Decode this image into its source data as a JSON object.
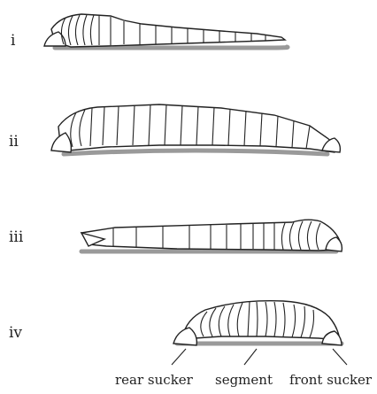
{
  "stages": [
    {
      "id": "stage-1",
      "numeral": "i"
    },
    {
      "id": "stage-2",
      "numeral": "ii"
    },
    {
      "id": "stage-3",
      "numeral": "iii"
    },
    {
      "id": "stage-4",
      "numeral": "iv"
    }
  ],
  "labels": {
    "rear_sucker": "rear sucker",
    "segment": "segment",
    "front_sucker": "front sucker"
  },
  "colors": {
    "outline": "#222222",
    "body_fill": "#ffffff",
    "shadow": "#9a9a9a"
  }
}
